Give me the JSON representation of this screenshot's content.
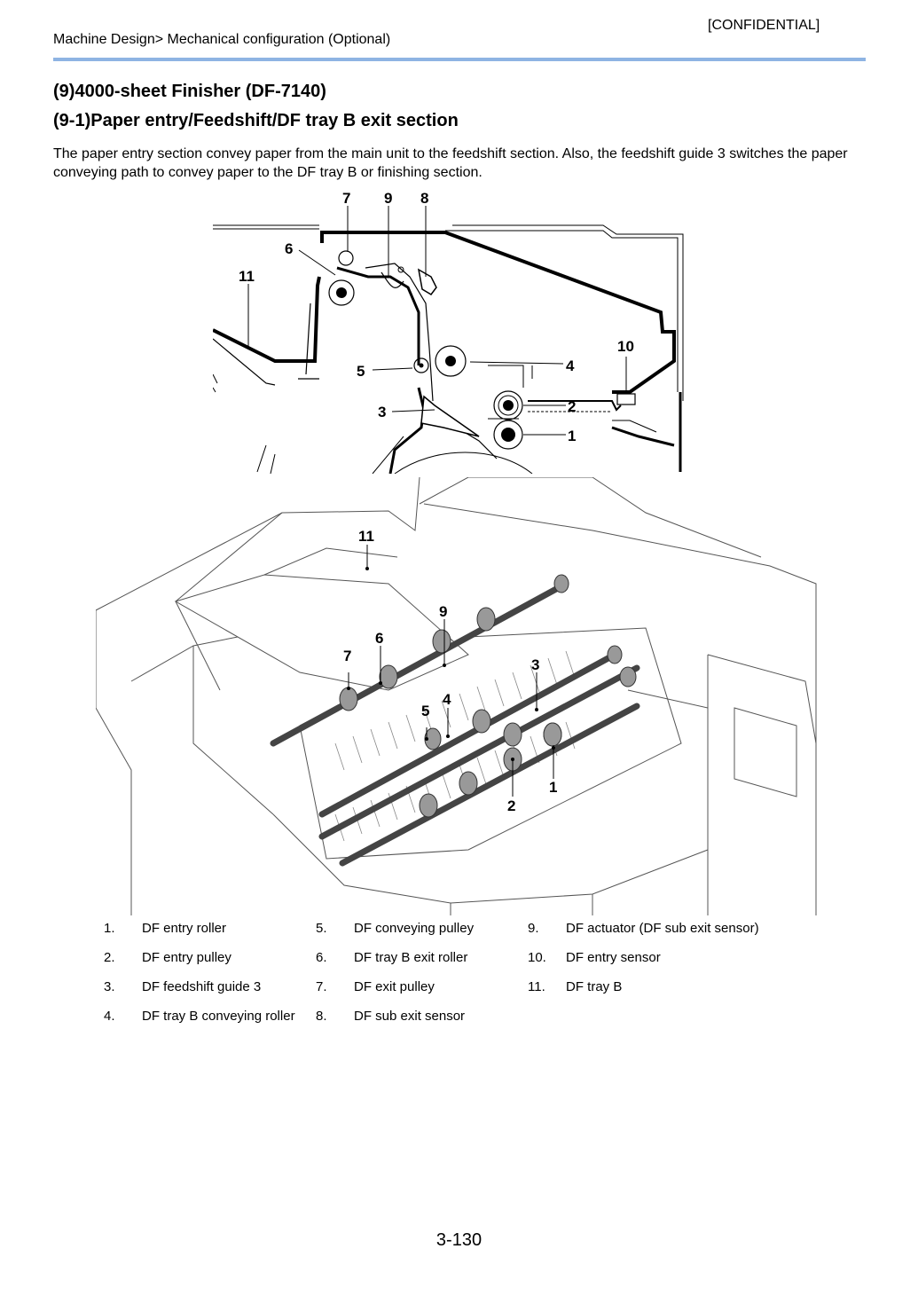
{
  "header": {
    "confidential": "[CONFIDENTIAL]",
    "breadcrumb": "Machine Design> Mechanical configuration (Optional)"
  },
  "section_title": "(9)4000-sheet Finisher (DF-7140)",
  "subsection_title": "(9-1)Paper entry/Feedshift/DF tray B exit section",
  "intro": "The paper entry section convey paper from the main unit to the feedshift section. Also, the feedshift guide 3 switches the paper conveying path to convey paper to the DF tray B or finishing section.",
  "figure_top": {
    "callouts": [
      "7",
      "9",
      "8",
      "6",
      "11",
      "10",
      "4",
      "5",
      "2",
      "3",
      "1"
    ]
  },
  "figure_bottom": {
    "callouts": [
      "11",
      "9",
      "6",
      "7",
      "3",
      "4",
      "5",
      "1",
      "2"
    ]
  },
  "legend": [
    {
      "num": "1.",
      "label": "DF entry roller"
    },
    {
      "num": "2.",
      "label": "DF entry pulley"
    },
    {
      "num": "3.",
      "label": "DF feedshift guide 3"
    },
    {
      "num": "4.",
      "label": "DF tray B conveying roller"
    },
    {
      "num": "5.",
      "label": "DF conveying pulley"
    },
    {
      "num": "6.",
      "label": "DF tray B exit roller"
    },
    {
      "num": "7.",
      "label": "DF exit pulley"
    },
    {
      "num": "8.",
      "label": "DF sub exit sensor"
    },
    {
      "num": "9.",
      "label": "DF actuator (DF sub exit sensor)"
    },
    {
      "num": "10.",
      "label": "DF entry sensor"
    },
    {
      "num": "11.",
      "label": "DF tray B"
    }
  ],
  "page_number": "3-130"
}
